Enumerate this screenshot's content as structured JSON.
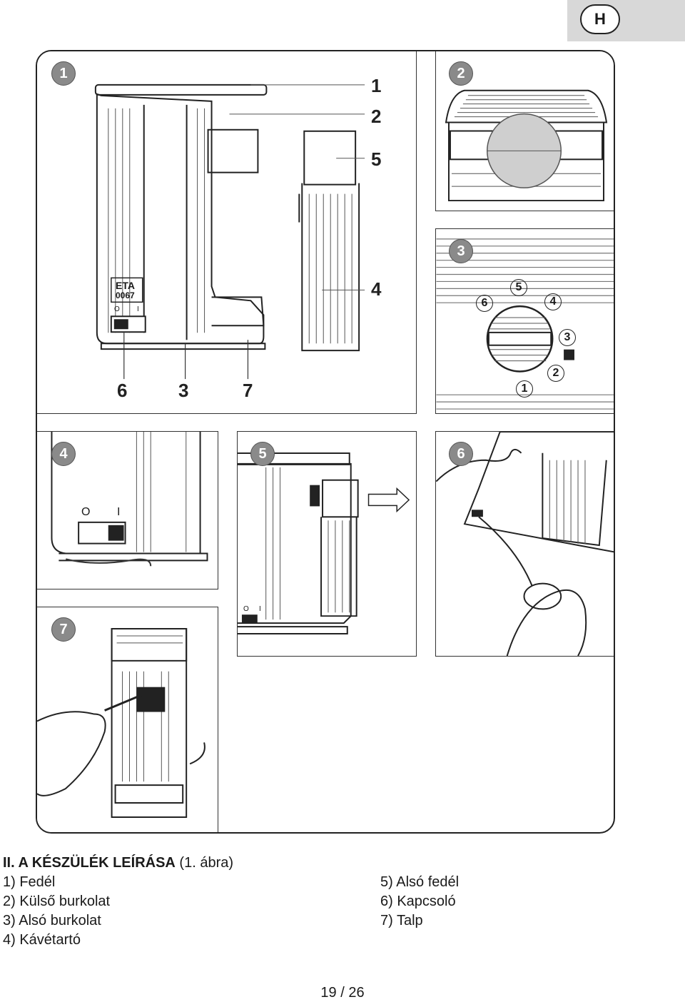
{
  "header": {
    "lang_badge": "H"
  },
  "figures": {
    "fig1": {
      "number": "1",
      "brand": "ETA",
      "model": "0067",
      "switch_off": "O",
      "switch_on": "I",
      "callouts": [
        "1",
        "2",
        "5",
        "4",
        "6",
        "3",
        "7"
      ]
    },
    "fig2": {
      "number": "2"
    },
    "fig3": {
      "number": "3",
      "dial_marks": [
        "1",
        "2",
        "3",
        "4",
        "5",
        "6"
      ]
    },
    "fig4": {
      "number": "4",
      "switch_off": "O",
      "switch_on": "I"
    },
    "fig5": {
      "number": "5",
      "switch_off": "O",
      "switch_on": "I"
    },
    "fig6": {
      "number": "6"
    },
    "fig7": {
      "number": "7"
    }
  },
  "caption": {
    "title_bold": "II. A KÉSZÜLÉK LEÍRÁSA",
    "title_normal": " (1. ábra)",
    "left_items": [
      "1) Fedél",
      "2) Külső burkolat",
      "3) Alsó burkolat",
      "4) Kávétartó"
    ],
    "right_items": [
      "5) Alsó fedél",
      "6) Kapcsoló",
      "7) Talp"
    ]
  },
  "footer": {
    "page": "19 / 26"
  }
}
